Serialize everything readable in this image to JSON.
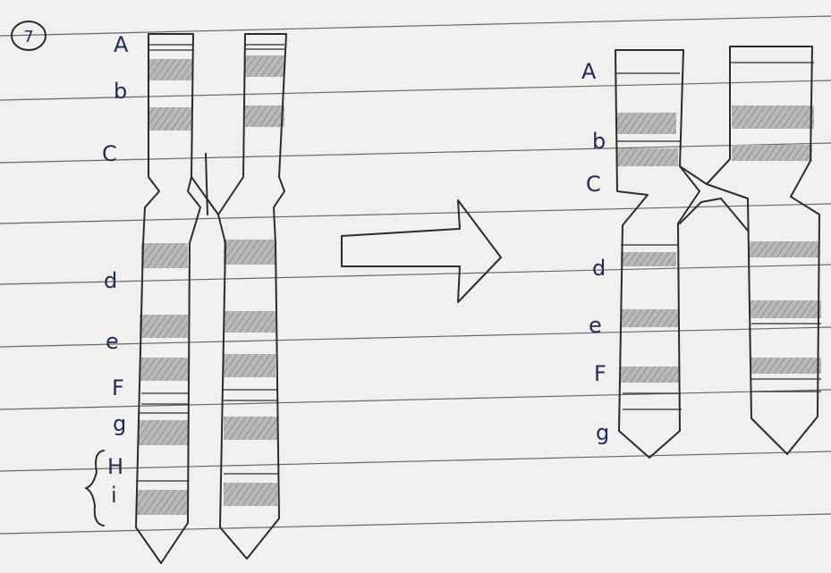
{
  "figure_number": "7",
  "left_labels": [
    "A",
    "b",
    "C",
    "d",
    "e",
    "F",
    "g",
    "H",
    "i"
  ],
  "right_labels": [
    "A",
    "b",
    "C",
    "d",
    "e",
    "F",
    "g"
  ],
  "colors": {
    "paper": "#f1f0ee",
    "ink": "#2b2b33",
    "label_ink": "#1f2a55",
    "shading": "#9c9c9c"
  }
}
